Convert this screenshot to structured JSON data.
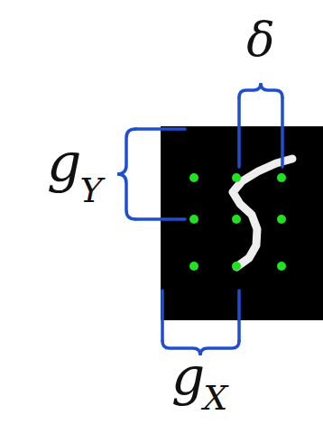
{
  "diagram": {
    "labels": [
      "δ",
      "g",
      "Y",
      "g",
      "X"
    ]
  }
}
